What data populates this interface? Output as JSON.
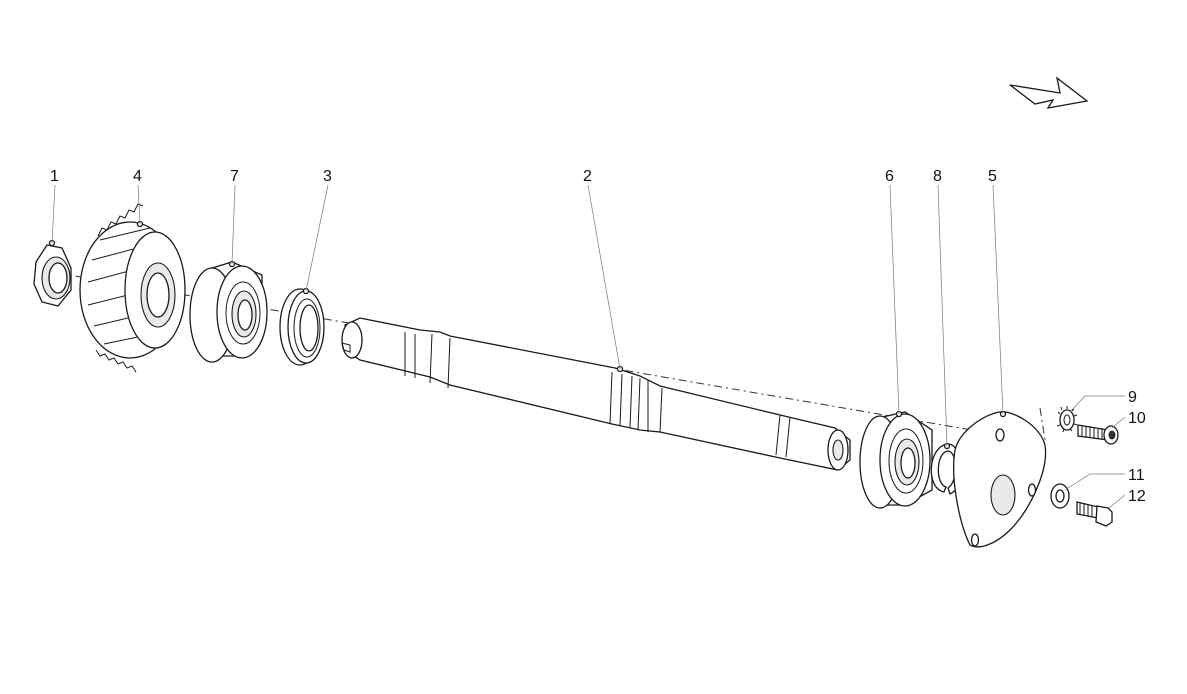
{
  "diagram": {
    "callouts": [
      {
        "id": "c1",
        "label": "1"
      },
      {
        "id": "c4",
        "label": "4"
      },
      {
        "id": "c7",
        "label": "7"
      },
      {
        "id": "c3",
        "label": "3"
      },
      {
        "id": "c2",
        "label": "2"
      },
      {
        "id": "c6",
        "label": "6"
      },
      {
        "id": "c8",
        "label": "8"
      },
      {
        "id": "c5",
        "label": "5"
      },
      {
        "id": "c9",
        "label": "9"
      },
      {
        "id": "c10",
        "label": "10"
      },
      {
        "id": "c11",
        "label": "11"
      },
      {
        "id": "c12",
        "label": "12"
      }
    ],
    "direction_icon": "direction-arrow-icon"
  }
}
